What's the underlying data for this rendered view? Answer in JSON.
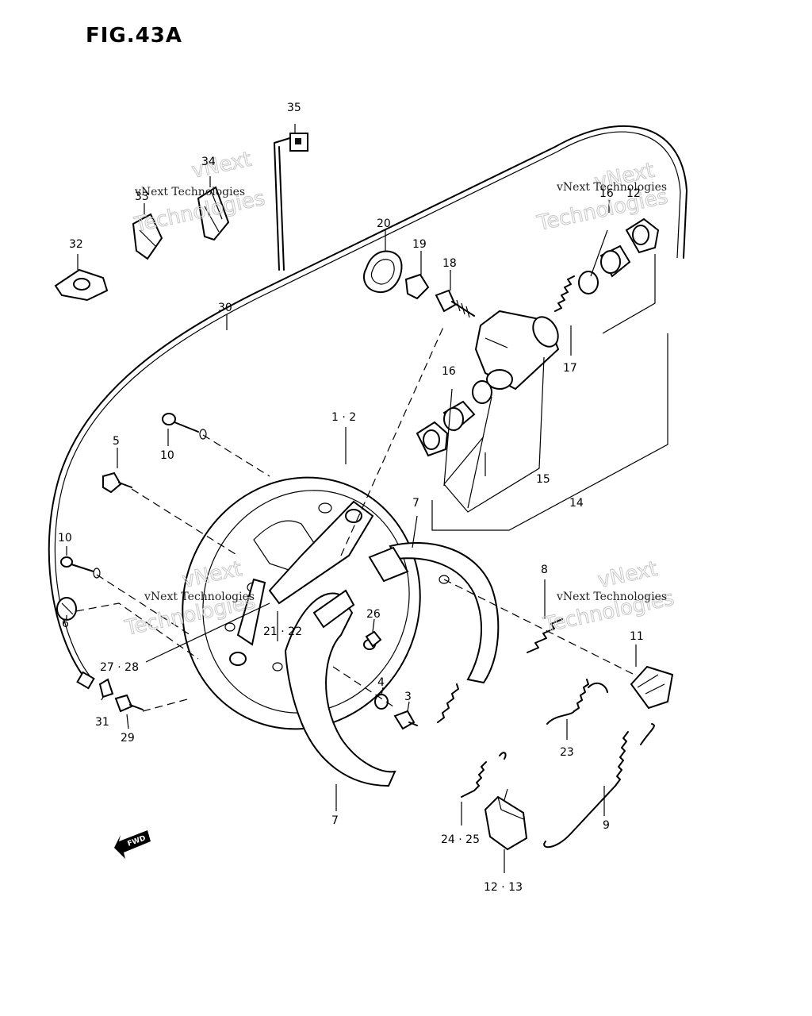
{
  "figure_title": "FIG.43A",
  "watermarks": [
    {
      "brand": "vNext",
      "sub": "Technologies",
      "caption": "vNext Technologies"
    },
    {
      "brand": "vNext",
      "sub": "Technologies",
      "caption": "vNext Technologies"
    },
    {
      "brand": "vNext",
      "sub": "Technologies",
      "caption": "vNext Technologies"
    },
    {
      "brand": "vNext",
      "sub": "Technologies",
      "caption": "vNext Technologies"
    }
  ],
  "labels": {
    "p35": "35",
    "p34": "34",
    "p33": "33",
    "p32": "32",
    "p30": "30",
    "p20": "20",
    "p19": "19",
    "p18": "18",
    "p17": "17",
    "p16a": "16",
    "p16b": "16",
    "p15": "15",
    "p14": "14",
    "p12": "12",
    "p1_2": "1 · 2",
    "p10a": "10",
    "p10b": "10",
    "p5": "5",
    "p6": "6",
    "p7a": "7",
    "p7b": "7",
    "p8": "8",
    "p11": "11",
    "p21_22": "21 · 22",
    "p26": "26",
    "p27_28": "27 · 28",
    "p4": "4",
    "p3": "3",
    "p31": "31",
    "p29": "29",
    "p23": "23",
    "p9": "9",
    "p24_25": "24 · 25",
    "p12_13": "12 · 13"
  },
  "direction_marker": "FWD",
  "icons": [
    "fwd-arrow-icon"
  ]
}
